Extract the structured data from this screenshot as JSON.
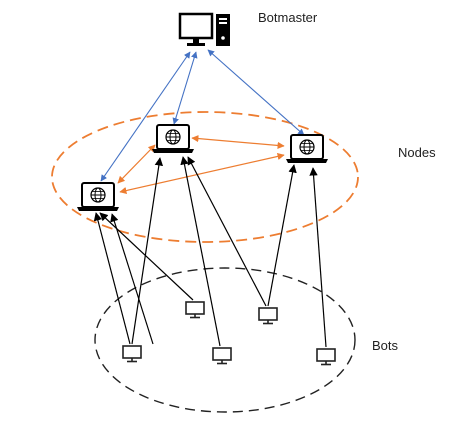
{
  "labels": {
    "botmaster": "Botmaster",
    "nodes": "Nodes",
    "bots": "Bots"
  },
  "colors": {
    "botmaster_links": "#4472c4",
    "peer_links": "#ed7d31",
    "nodes_ellipse": "#ed7d31",
    "bot_links": "#000000",
    "bots_ellipse": "#222222"
  },
  "icons": {
    "botmaster": "desktop-computer-icon",
    "node": "laptop-globe-icon",
    "bot": "monitor-icon"
  }
}
